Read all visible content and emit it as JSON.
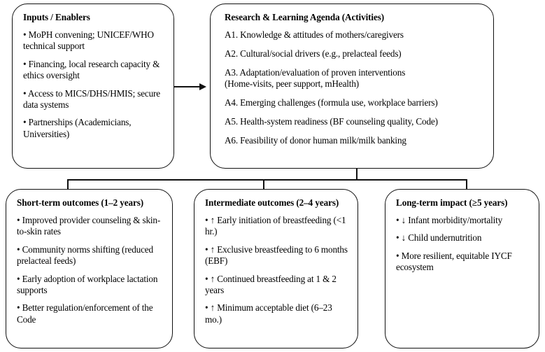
{
  "diagram": {
    "title_hidden": "",
    "nodes": {
      "inputs": {
        "title": "Inputs / Enablers",
        "items": [
          "• MoPH convening; UNICEF/WHO technical support",
          "• Financing, local research capacity & ethics oversight",
          "• Access to MICS/DHS/HMIS; secure data systems",
          "• Partnerships (Academicians, Universities)"
        ]
      },
      "agenda": {
        "title": "Research & Learning Agenda (Activities)",
        "items": [
          "A1. Knowledge & attitudes of mothers/caregivers",
          "A2. Cultural/social drivers (e.g., prelacteal feeds)",
          "A3. Adaptation/evaluation of proven interventions\n     (Home-visits, peer support, mHealth)",
          "A4. Emerging challenges (formula use, workplace barriers)",
          "A5. Health-system readiness (BF counseling quality, Code)",
          "A6. Feasibility of donor human milk/milk banking"
        ]
      },
      "short_term": {
        "title": "Short-term outcomes (1–2 years)",
        "items": [
          "• Improved provider counseling & skin-to-skin rates",
          "• Community norms shifting (reduced prelacteal feeds)",
          "• Early adoption of workplace lactation supports",
          "• Better regulation/enforcement of the Code"
        ]
      },
      "intermediate": {
        "title": "Intermediate outcomes (2–4 years)",
        "items": [
          "• ↑ Early initiation of breastfeeding (<1 hr.)",
          "• ↑ Exclusive breastfeeding to 6 months (EBF)",
          "• ↑ Continued breastfeeding at 1 & 2 years",
          "• ↑ Minimum acceptable diet (6–23 mo.)"
        ]
      },
      "long_term": {
        "title": "Long-term impact (≥5 years)",
        "items": [
          "• ↓ Infant morbidity/mortality",
          "• ↓ Child undernutrition",
          "• More resilient, equitable IYCF ecosystem"
        ]
      }
    },
    "connectors": {
      "inputs_to_agenda": "arrow-right",
      "agenda_to_outcomes": "distribution-bracket"
    },
    "colors": {
      "stroke": "#111111",
      "background": "#ffffff",
      "text": "#000000"
    }
  }
}
